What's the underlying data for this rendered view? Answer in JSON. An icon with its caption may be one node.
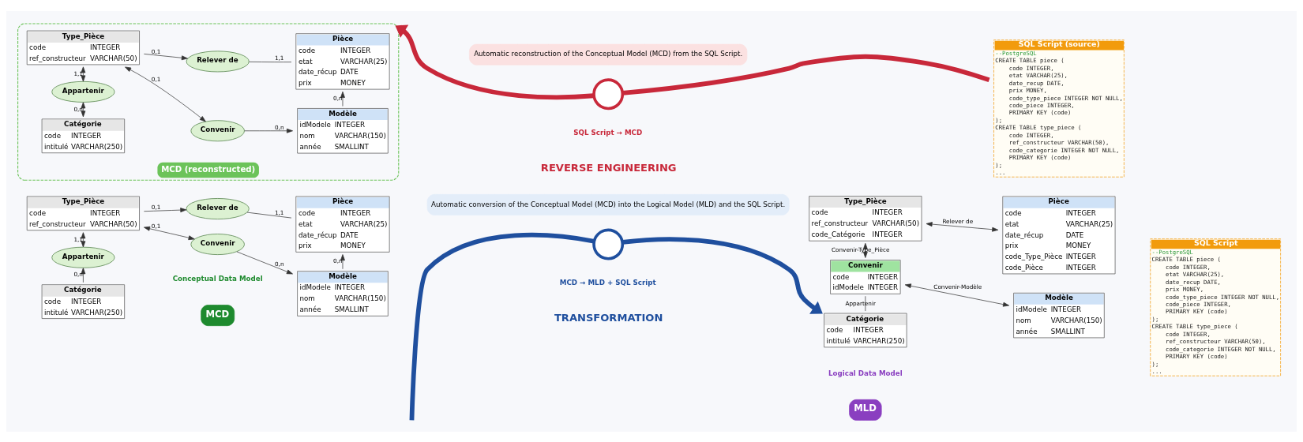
{
  "diagram": {
    "nodes": [
      {
        "text": [
          "MCD"
        ],
        "beside": [
          "Conceptual Data Model"
        ]
      },
      {
        "text": [
          "Catégorie",
          "code",
          "INTEGER",
          "intitulé",
          "VARCHAR(250)"
        ]
      },
      {
        "text": [
          "Appartenir"
        ]
      },
      {
        "text": [
          "Convenir"
        ]
      },
      {
        "text": [
          "Modèle",
          "idModele",
          "INTEGER",
          "nom",
          "VARCHAR(150)",
          "année",
          "SMALLINT"
        ]
      },
      {
        "text": [
          "Type_Pièce",
          "code",
          "INTEGER",
          "ref_constructeur",
          "VARCHAR(50)"
        ]
      },
      {
        "text": [
          "Pièce",
          "code",
          "INTEGER",
          "etat",
          "VARCHAR(25)",
          "date_récup",
          "DATE",
          "prix",
          "MONEY"
        ]
      },
      {
        "text": [
          "Relever de"
        ]
      },
      {
        "text": [],
        "shape": "circle",
        "beside": [
          "TRANSFORMATION",
          "MCD → MLD + SQL Script"
        ]
      },
      {
        "text": [
          "Automatic conversion of the Conceptual Model (MCD) into the Logical Model (MLD) and the SQL Script."
        ]
      },
      {
        "text": [
          "MLD"
        ],
        "beside": [
          "Logical Data Model"
        ]
      },
      {
        "text": [
          "Catégorie",
          "code",
          "INTEGER",
          "intitulé",
          "VARCHAR(250)"
        ]
      },
      {
        "text": [
          "Convenir",
          "code",
          "INTEGER",
          "idModele",
          "INTEGER"
        ]
      },
      {
        "text": [
          "Modèle",
          "idModele",
          "INTEGER",
          "nom",
          "VARCHAR(150)",
          "année",
          "SMALLINT"
        ]
      },
      {
        "text": [
          "Type_Pièce",
          "code",
          "INTEGER",
          "ref_constructeur",
          "VARCHAR(50)",
          "code_Catégorie",
          "INTEGER"
        ]
      },
      {
        "text": [
          "Pièce",
          "code",
          "INTEGER",
          "etat",
          "VARCHAR(25)",
          "date_récup",
          "DATE",
          "prix",
          "MONEY",
          "code_Type_Pièce",
          "INTEGER",
          "code_Pièce",
          "INTEGER"
        ]
      },
      {
        "text": [
          "SQL Script",
          "--PostgreSQL",
          "CREATE TABLE piece (",
          "  code INTEGER,",
          "  etat VARCHAR(25),",
          "  date_recup DATE,",
          "  prix MONEY,",
          "  code_type_piece INTEGER NOT NULL,",
          "  code_piece INTEGER,",
          "  PRIMARY KEY (code)",
          ");",
          "CREATE TABLE type_piece (",
          "  code INTEGER,",
          "  ref_constructeur VARCHAR(50),",
          "  code_categorie INTEGER NOT NULL,",
          "  PRIMARY KEY (code)",
          ");",
          "..."
        ]
      },
      {
        "text": [
          "MCD (reconstructed)"
        ]
      },
      {
        "text": [
          "Catégorie",
          "code",
          "INTEGER",
          "intitulé",
          "VARCHAR(250)"
        ],
        "in": 17
      },
      {
        "text": [
          "Appartenir"
        ],
        "in": 17
      },
      {
        "text": [
          "Convenir"
        ],
        "in": 17
      },
      {
        "text": [
          "Modèle",
          "idModele",
          "INTEGER",
          "nom",
          "VARCHAR(150)",
          "année",
          "SMALLINT"
        ],
        "in": 17
      },
      {
        "text": [
          "Type_Pièce",
          "code",
          "INTEGER",
          "ref_constructeur",
          "VARCHAR(50)"
        ],
        "in": 17
      },
      {
        "text": [
          "Pièce",
          "code",
          "INTEGER",
          "etat",
          "VARCHAR(25)",
          "date_récup",
          "DATE",
          "prix",
          "MONEY"
        ],
        "in": 17
      },
      {
        "text": [
          "Relever de"
        ],
        "in": 17
      },
      {
        "text": [],
        "shape": "circle",
        "beside": [
          "REVERSE ENGINEERING",
          "SQL Script → MCD"
        ]
      },
      {
        "text": [
          "Automatic reconstruction of the Conceptual Model (MCD) from the SQL Script."
        ]
      },
      {
        "text": [
          "SQL Script (source)",
          "--PostgreSQL",
          "CREATE TABLE piece (",
          "  code INTEGER,",
          "  etat VARCHAR(25),",
          "  date_recup DATE,",
          "  prix MONEY,",
          "  code_type_piece INTEGER NOT NULL,",
          "  code_piece INTEGER,",
          "  PRIMARY KEY (code)",
          ");",
          "CREATE TABLE type_piece (",
          "  code INTEGER,",
          "  ref_constructeur VARCHAR(50),",
          "  code_categorie INTEGER NOT NULL,",
          "  PRIMARY KEY (code)",
          ");",
          "..."
        ]
      }
    ],
    "edges": [
      {
        "from": 1,
        "to": 2,
        "arrow": "to",
        "label": "0,n"
      },
      {
        "from": 2,
        "to": 5,
        "arrow": "both",
        "label": "1,1"
      },
      {
        "from": 3,
        "to": 5,
        "arrow": "both",
        "label": "0,1"
      },
      {
        "from": 3,
        "to": 4,
        "arrow": "to",
        "label": "0,n"
      },
      {
        "from": 4,
        "to": 6,
        "arrow": "to",
        "label": "0,n"
      },
      {
        "from": 5,
        "to": 7,
        "arrow": "to",
        "label": "0,1"
      },
      {
        "from": 7,
        "to": 6,
        "arrow": "none",
        "label": "1,1"
      },
      {
        "from": null,
        "to": 8,
        "arrow": "none",
        "style": "thick",
        "color": "#1f4f9e"
      },
      {
        "from": 8,
        "to": 11,
        "arrow": "to",
        "style": "thick",
        "color": "#1f4f9e"
      },
      {
        "from": 11,
        "to": 12,
        "arrow": "none",
        "label": "Appartenir"
      },
      {
        "from": 12,
        "to": 13,
        "arrow": "both",
        "label": "Convenir-Modèle"
      },
      {
        "from": 12,
        "to": 14,
        "arrow": "both",
        "label": "Convenir-Type_Pièce"
      },
      {
        "from": 14,
        "to": 15,
        "arrow": "both",
        "label": "Relever de"
      },
      {
        "from": 18,
        "to": 19,
        "arrow": "both",
        "label": "0,n"
      },
      {
        "from": 19,
        "to": 22,
        "arrow": "both",
        "label": "1,1"
      },
      {
        "from": 20,
        "to": 22,
        "arrow": "both",
        "label": "0,1"
      },
      {
        "from": 20,
        "to": 21,
        "arrow": "to",
        "label": "0,n"
      },
      {
        "from": 21,
        "to": 23,
        "arrow": "to",
        "label": "0,n"
      },
      {
        "from": 22,
        "to": 24,
        "arrow": "to",
        "label": "0,1"
      },
      {
        "from": 24,
        "to": 23,
        "arrow": "none",
        "label": "1,1"
      },
      {
        "from": 27,
        "to": 25,
        "arrow": "none",
        "style": "thick",
        "color": "#c8283a"
      },
      {
        "from": 25,
        "to": 17,
        "arrow": "to",
        "style": "thick",
        "color": "#c8283a"
      }
    ]
  }
}
